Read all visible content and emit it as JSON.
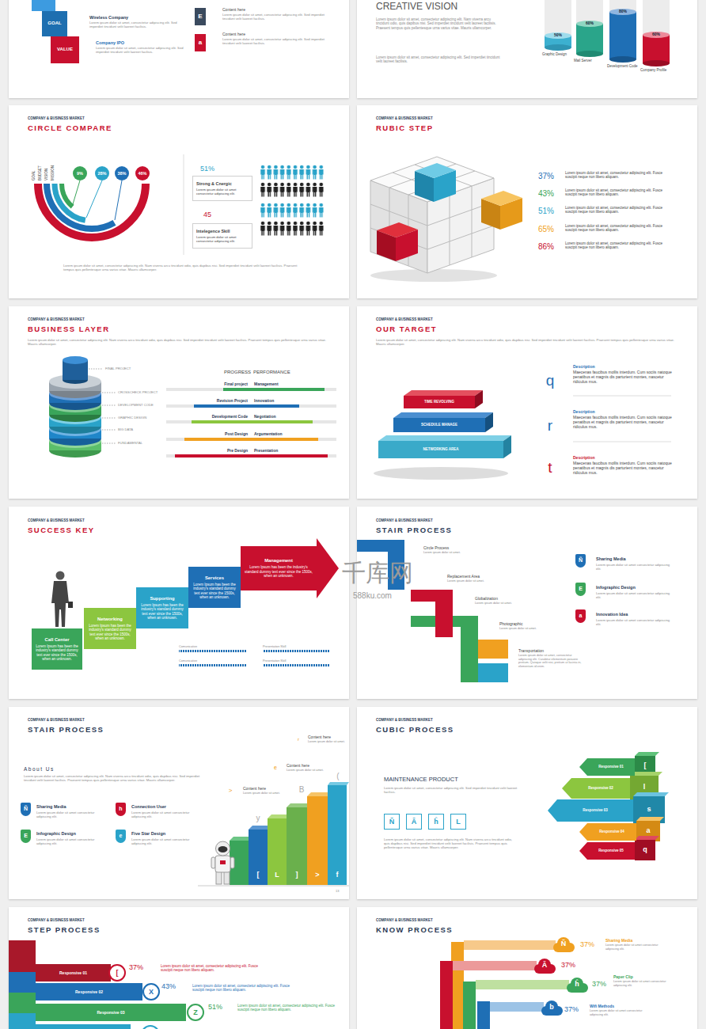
{
  "diagram": {
    "nodes": [
      {
        "text": [
          "GOAL"
        ]
      },
      {
        "text": [
          "VALUE"
        ]
      },
      {
        "text": [
          "E"
        ]
      },
      {
        "text": [
          "a"
        ]
      },
      {
        "text": [
          "9%"
        ]
      },
      {
        "text": [
          "28%"
        ]
      },
      {
        "text": [
          "38%"
        ]
      },
      {
        "text": [
          "46%"
        ]
      },
      {
        "text": [
          "Strong & Cnergic",
          "Lorem ipsum dolor sit amet consectetur adipiscing elit."
        ]
      },
      {
        "text": [
          "Intelegence Skill",
          "Lorem ipsum dolor sit amet consectetur adipiscing elit."
        ]
      },
      {
        "text": [
          "TIME REVOLVING"
        ]
      },
      {
        "text": [
          "SCHEDULE MANAGE"
        ]
      },
      {
        "text": [
          "NETWORKING AREA"
        ]
      },
      {
        "text": [
          "Call Center",
          "Lorem Ipsum has been the industry's standard dummy text ever since the 1500s, when an unknown."
        ]
      },
      {
        "text": [
          "Networking",
          "Lorem Ipsum has been the industry's standard dummy text ever since the 1500s, when an unknown."
        ]
      },
      {
        "text": [
          "Supporting",
          "Lorem Ipsum has been the industry's standard dummy text ever since the 1500s, when an unknown."
        ]
      },
      {
        "text": [
          "Services",
          "Lorem Ipsum has been the industry's standard dummy text ever since the 1500s, when an unknown."
        ]
      },
      {
        "text": [
          "Management",
          "Lorem Ipsum has been the industry's standard dummy text ever since the 1500s, when an unknown."
        ]
      },
      {
        "text": [
          "Ñ"
        ]
      },
      {
        "text": [
          "E"
        ]
      },
      {
        "text": [
          "a"
        ]
      },
      {
        "text": [
          "Ñ"
        ]
      },
      {
        "text": [
          "h"
        ]
      },
      {
        "text": [
          "E"
        ]
      },
      {
        "text": [
          "e"
        ]
      },
      {
        "text": [
          "Ñ"
        ]
      },
      {
        "text": [
          "Ā"
        ]
      },
      {
        "text": [
          "ĥ"
        ]
      },
      {
        "text": [
          "L"
        ]
      },
      {
        "text": [
          "Responsive 01"
        ]
      },
      {
        "text": [
          "Responsive 02"
        ]
      },
      {
        "text": [
          "Responsive 03"
        ]
      },
      {
        "text": [
          "Responsive 04"
        ]
      },
      {
        "text": [
          "Responsive 05"
        ]
      },
      {
        "text": [
          "Responsive 01"
        ]
      },
      {
        "text": [
          "["
        ]
      },
      {
        "text": [
          "Responsive 02"
        ]
      },
      {
        "text": [
          "X"
        ]
      },
      {
        "text": [
          "Responsive 03"
        ]
      },
      {
        "text": [
          "Z"
        ]
      }
    ],
    "labels": [
      "Wireless Company",
      "Lorem ipsum dolor sit amet, consectetur adipiscing elit. Sed imperdiet tincidunt velit laoreet facilisis.",
      "Company IPO",
      "Lorem ipsum dolor sit amet, consectetur adipiscing elit. Sed imperdiet tincidunt velit laoreet facilisis.",
      "Content here",
      "Lorem ipsum dolor sit amet, consectetur adipiscing elit. Sed imperdiet tincidunt velit laoreet facilisis.",
      "Content here",
      "Lorem ipsum dolor sit amet, consectetur adipiscing elit. Sed imperdiet tincidunt velit laoreet facilisis.",
      "CREATIVE VISION",
      "Lorem ipsum dolor sit amet, consectetur adipiscing elit. Nam viverra arcu tincidunt odio, quis dapibus nisi. Sed imperdiet tincidunt velit laoreet facilisis. Praesent tempus quis pellentesque urna varius vitae. Mauris ullamcorper.",
      "Lorem ipsum dolor sit amet, consectetur adipiscing elit. Sed imperdiet tincidunt velit laoreet facilisis.",
      "50%",
      "60%",
      "80%",
      "60%",
      "Graphic Design",
      "Mail Server",
      "Development Code",
      "Company Profile",
      "COMPANY & BUSINESS MARKET",
      "CIRCLE COMPARE",
      "GOAL",
      "BUDGET",
      "VISION",
      "MISSION",
      "51%",
      "45",
      "Lorem ipsum dolor sit amet, consectetur adipiscing elit. Nam viverra arcu tincidunt odio, quis dapibus nisi. Sed imperdiet tincidunt velit laoreet facilisis. Praesent tempus quis pellentesque urna varius vitae. Mauris ullamcorper.",
      "COMPANY & BUSINESS MARKET",
      "RUBIC STEP",
      "37%",
      "Lorem ipsum dolor sit amet, consectetur adipiscing elit. Fusce suscipit neque non libero aliquam.",
      "43%",
      "Lorem ipsum dolor sit amet, consectetur adipiscing elit. Fusce suscipit neque non libero aliquam.",
      "51%",
      "Lorem ipsum dolor sit amet, consectetur adipiscing elit. Fusce suscipit neque non libero aliquam.",
      "65%",
      "Lorem ipsum dolor sit amet, consectetur adipiscing elit. Fusce suscipit neque non libero aliquam.",
      "86%",
      "Lorem ipsum dolor sit amet, consectetur adipiscing elit. Fusce suscipit neque non libero aliquam.",
      "COMPANY & BUSINESS MARKET",
      "BUSINESS LAYER",
      "Lorem ipsum dolor sit amet, consectetur adipiscing elit. Nam viverra arcu tincidunt odio, quis dapibus nisi. Sed imperdiet tincidunt velit laoreet facilisis. Praesent tempus quis pellentesque urna varius vitae. Mauris ullamcorper.",
      "FINAL PROJECT",
      "CROSSCHECK PROJECT",
      "DEVELOPMENT CODE",
      "GRAPHIC DESIGN",
      "BIG DATA",
      "FUNDAMENTAL",
      "PROGRESS",
      "PERFORMANCE",
      "Final project",
      "Management",
      "Revision Project",
      "Innovation",
      "Development Code",
      "Negotiation",
      "Post Design",
      "Argumentation",
      "Pre Design",
      "Presentation",
      "COMPANY & BUSINESS MARKET",
      "OUR TARGET",
      "Lorem ipsum dolor sit amet, consectetur adipiscing elit. Nam viverra arcu tincidunt odio, quis dapibus nisi. Sed imperdiet tincidunt velit laoreet facilisis. Praesent tempus quis pellentesque urna varius vitae. Mauris ullamcorper.",
      "Description",
      "Maecenas faucibus mollis interdum. Cum sociis natoque penatibus et magnis dis parturient montes, nascetur ridiculus mus.",
      "q",
      "Description",
      "Maecenas faucibus mollis interdum. Cum sociis natoque penatibus et magnis dis parturient montes, nascetur ridiculus mus.",
      "r",
      "Description",
      "Maecenas faucibus mollis interdum. Cum sociis natoque penatibus et magnis dis parturient montes, nascetur ridiculus mus.",
      "t",
      "COMPANY & BUSINESS MARKET",
      "SUCCESS KEY",
      "Comunicative",
      "Presentation Skill",
      "Comunicative",
      "Presentation Skill",
      "COMPANY & BUSINESS MARKET",
      "STAIR PROCESS",
      "Circle Process",
      "Lorem ipsum dolor sit amet.",
      "Replacement Area",
      "Lorem ipsum dolor sit amet.",
      "Globalization",
      "Lorem ipsum dolor sit amet.",
      "Photographic",
      "Lorem ipsum dolor sit amet.",
      "Transportation",
      "Lorem ipsum dolor sit amet, consectetur adipiscing elit. Curabitur elementum posuere pretium. Quisque velit nisi, pretium ut lacinia in, elementum id enim.",
      "Sharing Media",
      "Lorem ipsum dolor sit amet consectetur adipiscing elit.",
      "Infographic Design",
      "Lorem ipsum dolor sit amet consectetur adipiscing elit.",
      "Innovation Idea",
      "Lorem ipsum dolor sit amet consectetur adipiscing elit.",
      "COMPANY & BUSINESS MARKET",
      "STAIR PROCESS",
      "About Us",
      "Lorem ipsum dolor sit amet, consectetur adipiscing elit. Nam viverra arcu tincidunt odio, quis dapibus nisi. Sed imperdiet tincidunt velit laoreet facilisis. Praesent tempus quis pellentesque urna varius vitae. Mauris ullamcorper.",
      "Sharing Media",
      "Lorem ipsum dolor sit amet consectetur adipiscing elit.",
      "Connection User",
      "Lorem ipsum dolor sit amet consectetur adipiscing elit.",
      "Infographic Design",
      "Lorem ipsum dolor sit amet consectetur adipiscing elit.",
      "Five Star Design",
      "Lorem ipsum dolor sit amet consectetur adipiscing elit.",
      "Content here",
      "Lorem ipsum dolor sit amet.",
      "Content here",
      "Lorem ipsum dolor sit amet.",
      "Content here",
      "Lorem ipsum dolor sit amet.",
      "y",
      ">",
      "e",
      "B",
      "r",
      "(",
      "[",
      "L",
      "]",
      ">",
      "f",
      "13",
      "COMPANY & BUSINESS MARKET",
      "CUBIC PROCESS",
      "MAINTENANCE PRODUCT",
      "Lorem ipsum dolor sit amet, consectetur adipiscing elit. Sed imperdiet tincidunt velit laoreet facilisis.",
      "Lorem ipsum dolor sit amet, consectetur adipiscing elit. Nam viverra arcu tincidunt odio, quis dapibus nisi. Sed imperdiet tincidunt velit laoreet facilisis. Praesent tempus quis pellentesque urna varius vitae. Mauris ullamcorper.",
      "[",
      "l",
      "s",
      "a",
      "q",
      "COMPANY & BUSINESS MARKET",
      "STEP PROCESS",
      "37%",
      "Lorem ipsum dolor sit amet, consectetur adipiscing elit. Fusce suscipit neque non libero aliquam.",
      "43%",
      "Lorem ipsum dolor sit amet, consectetur adipiscing elit. Fusce suscipit neque non libero aliquam.",
      "51%",
      "Lorem ipsum dolor sit amet, consectetur adipiscing elit. Fusce suscipit neque non libero aliquam.",
      "COMPANY & BUSINESS MARKET",
      "KNOW PROCESS",
      "Ñ",
      "Ā",
      "ĥ",
      "b",
      "37%",
      "37%",
      "37%",
      "37%",
      "Sharing Media",
      "Lorem ipsum dolor sit amet consectetur adipiscing elit.",
      "Paper Clip",
      "Lorem ipsum dolor sit amet consectetur adipiscing elit.",
      "Wifi Methods",
      "Lorem ipsum dolor sit amet consectetur adipiscing elit.",
      "千库网",
      "588ku.com"
    ]
  }
}
